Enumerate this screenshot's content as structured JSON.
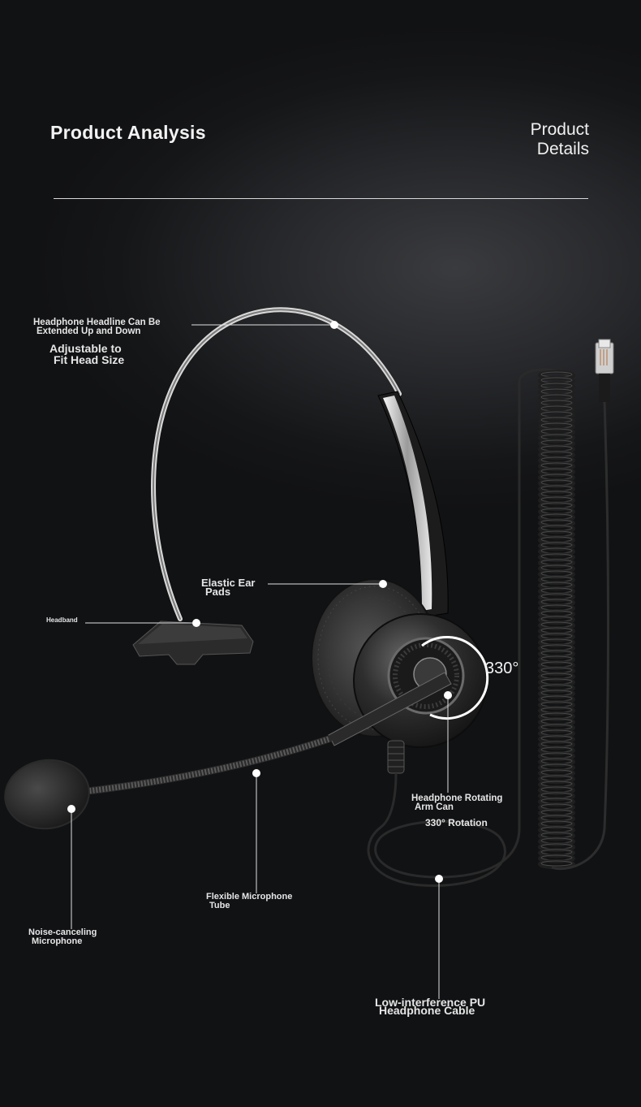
{
  "header": {
    "title": "Product Analysis",
    "right_line1": "Product",
    "right_line2": "Details"
  },
  "callouts": {
    "headline_line1": "Headphone Headline Can Be",
    "headline_line2": "Extended Up and Down",
    "adjust_line1": "Adjustable to",
    "adjust_line2": "Fit Head Size",
    "ear_pads_line1": "Elastic Ear",
    "ear_pads_line2": "Pads",
    "headband": "Headband",
    "rotation_degrees": "330°",
    "rotating_line1": "Headphone Rotating",
    "rotating_line2": "Arm Can",
    "rotation_text": "330° Rotation",
    "mic_tube_line1": "Flexible Microphone",
    "mic_tube_line2": "Tube",
    "mic_line1": "Noise-canceling",
    "mic_line2": "Microphone",
    "cable_line1": "Low-interference PU",
    "cable_line2": "Headphone Cable"
  }
}
